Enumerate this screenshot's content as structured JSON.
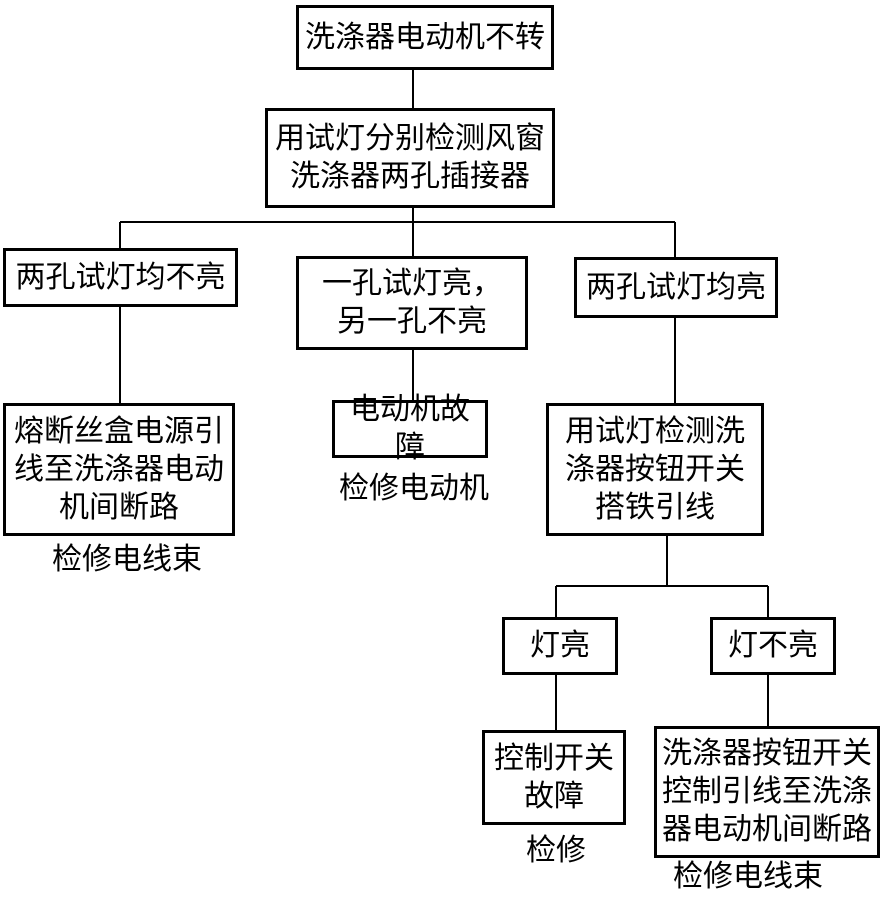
{
  "nodes": {
    "root": "洗涤器电动机不转",
    "check": "用试灯分别检测风窗\n洗涤器两孔插接器",
    "both_off": "两孔试灯均不亮",
    "one_on": "一孔试灯亮，\n另一孔不亮",
    "both_on": "两孔试灯均亮",
    "fuse_break": "熔断丝盒电源引\n线至洗涤器电动\n机间断路",
    "motor_fault": "电动机故障",
    "test_switch": "用试灯检测洗\n涤器按钮开关\n搭铁引线",
    "lamp_on": "灯亮",
    "lamp_off": "灯不亮",
    "switch_fault": "控制开关\n故障",
    "switch_wire_break": "洗涤器按钮开关\n控制引线至洗涤\n器电动机间断路"
  },
  "notes": {
    "repair_harness_left": "检修电线束",
    "repair_motor": "检修电动机",
    "repair": "检修",
    "repair_harness_right": "检修电线束"
  }
}
